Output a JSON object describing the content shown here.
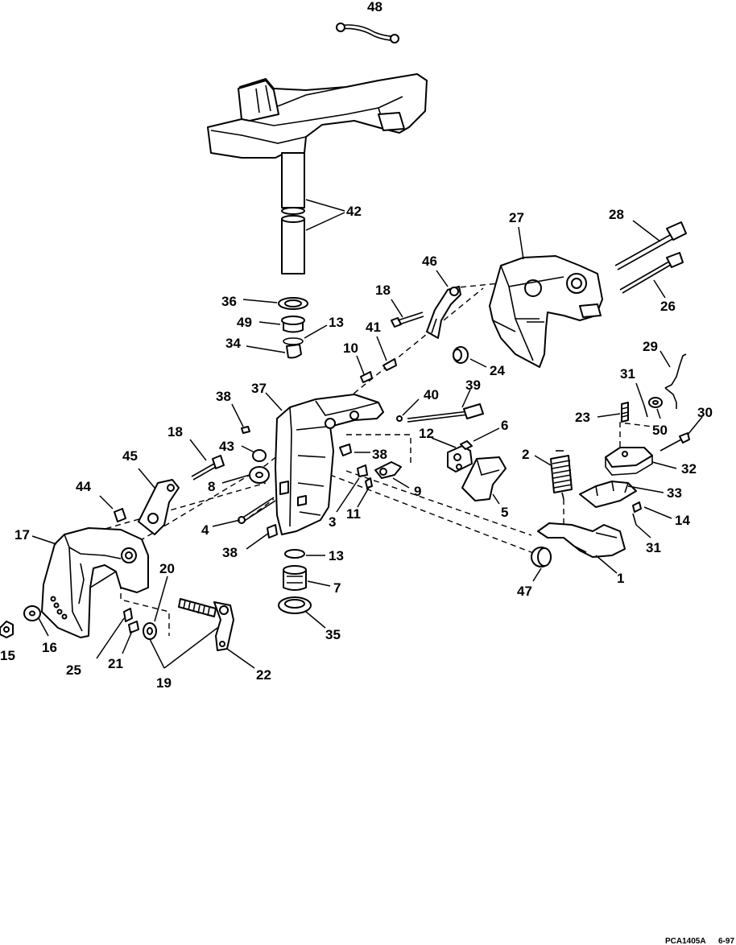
{
  "figure_ref": "PCA1405A",
  "figure_date": "6-97",
  "callouts": [
    "48",
    "42",
    "36",
    "49",
    "13",
    "34",
    "46",
    "18",
    "41",
    "10",
    "27",
    "28",
    "26",
    "24",
    "29",
    "31",
    "23",
    "50",
    "30",
    "38",
    "37",
    "40",
    "39",
    "12",
    "6",
    "43",
    "45",
    "8",
    "44",
    "17",
    "4",
    "2",
    "32",
    "33",
    "14",
    "9",
    "11",
    "3",
    "5",
    "47",
    "1",
    "13",
    "7",
    "35",
    "20",
    "15",
    "16",
    "25",
    "21",
    "19",
    "22"
  ]
}
